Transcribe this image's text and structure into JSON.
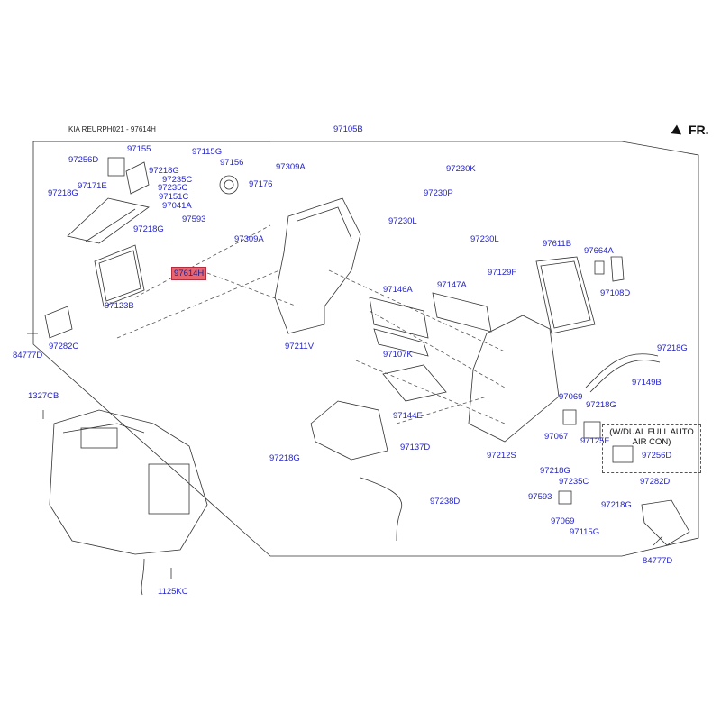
{
  "header": {
    "title": "KIA REURPH021 - 97614H"
  },
  "orientation": {
    "label": "FR."
  },
  "note": {
    "text": "(W/DUAL FULL AUTO AIR CON)"
  },
  "colors": {
    "label": "#2424c8",
    "highlight": "#e8646e",
    "line": "#333333"
  },
  "parts": [
    {
      "id": "97105B",
      "name": "label-97105B"
    },
    {
      "id": "97256D",
      "name": "label-97256D-top"
    },
    {
      "id": "97155",
      "name": "label-97155"
    },
    {
      "id": "97115G",
      "name": "label-97115G-top"
    },
    {
      "id": "97218G",
      "name": "label-97218G-a"
    },
    {
      "id": "97156",
      "name": "label-97156"
    },
    {
      "id": "97235C",
      "name": "label-97235C-top"
    },
    {
      "id": "97235C",
      "name": "label-97235C-top2"
    },
    {
      "id": "97151C",
      "name": "label-97151C"
    },
    {
      "id": "97041A",
      "name": "label-97041A"
    },
    {
      "id": "97218G",
      "name": "label-97218G-b"
    },
    {
      "id": "97171E",
      "name": "label-97171E"
    },
    {
      "id": "97176",
      "name": "label-97176"
    },
    {
      "id": "97309A",
      "name": "label-97309A-top"
    },
    {
      "id": "97593",
      "name": "label-97593-top"
    },
    {
      "id": "97218G",
      "name": "label-97218G-c"
    },
    {
      "id": "97309A",
      "name": "label-97309A-mid"
    },
    {
      "id": "97614H",
      "name": "label-97614H"
    },
    {
      "id": "97123B",
      "name": "label-97123B"
    },
    {
      "id": "97230K",
      "name": "label-97230K"
    },
    {
      "id": "97230P",
      "name": "label-97230P"
    },
    {
      "id": "97230L",
      "name": "label-97230L-a"
    },
    {
      "id": "97230L",
      "name": "label-97230L-b"
    },
    {
      "id": "97129F",
      "name": "label-97129F"
    },
    {
      "id": "97611B",
      "name": "label-97611B"
    },
    {
      "id": "97664A",
      "name": "label-97664A"
    },
    {
      "id": "97108D",
      "name": "label-97108D"
    },
    {
      "id": "97146A",
      "name": "label-97146A"
    },
    {
      "id": "97147A",
      "name": "label-97147A"
    },
    {
      "id": "97211V",
      "name": "label-97211V"
    },
    {
      "id": "97107K",
      "name": "label-97107K"
    },
    {
      "id": "84777D",
      "name": "label-84777D-left"
    },
    {
      "id": "97282C",
      "name": "label-97282C"
    },
    {
      "id": "1327CB",
      "name": "label-1327CB"
    },
    {
      "id": "97144E",
      "name": "label-97144E"
    },
    {
      "id": "97218G",
      "name": "label-97218G-d"
    },
    {
      "id": "97149B",
      "name": "label-97149B"
    },
    {
      "id": "97069",
      "name": "label-97069-a"
    },
    {
      "id": "97218G",
      "name": "label-97218G-e"
    },
    {
      "id": "97067",
      "name": "label-97067"
    },
    {
      "id": "97125F",
      "name": "label-97125F"
    },
    {
      "id": "97137D",
      "name": "label-97137D"
    },
    {
      "id": "97212S",
      "name": "label-97212S"
    },
    {
      "id": "97256D",
      "name": "label-97256D-right"
    },
    {
      "id": "97218G",
      "name": "label-97218G-f"
    },
    {
      "id": "97218G",
      "name": "label-97218G-g"
    },
    {
      "id": "97235C",
      "name": "label-97235C-right"
    },
    {
      "id": "97238D",
      "name": "label-97238D"
    },
    {
      "id": "97593",
      "name": "label-97593-right"
    },
    {
      "id": "97218G",
      "name": "label-97218G-h"
    },
    {
      "id": "97069",
      "name": "label-97069-b"
    },
    {
      "id": "97115G",
      "name": "label-97115G-right"
    },
    {
      "id": "97282D",
      "name": "label-97282D"
    },
    {
      "id": "84777D",
      "name": "label-84777D-right"
    },
    {
      "id": "1125KC",
      "name": "label-1125KC"
    }
  ]
}
